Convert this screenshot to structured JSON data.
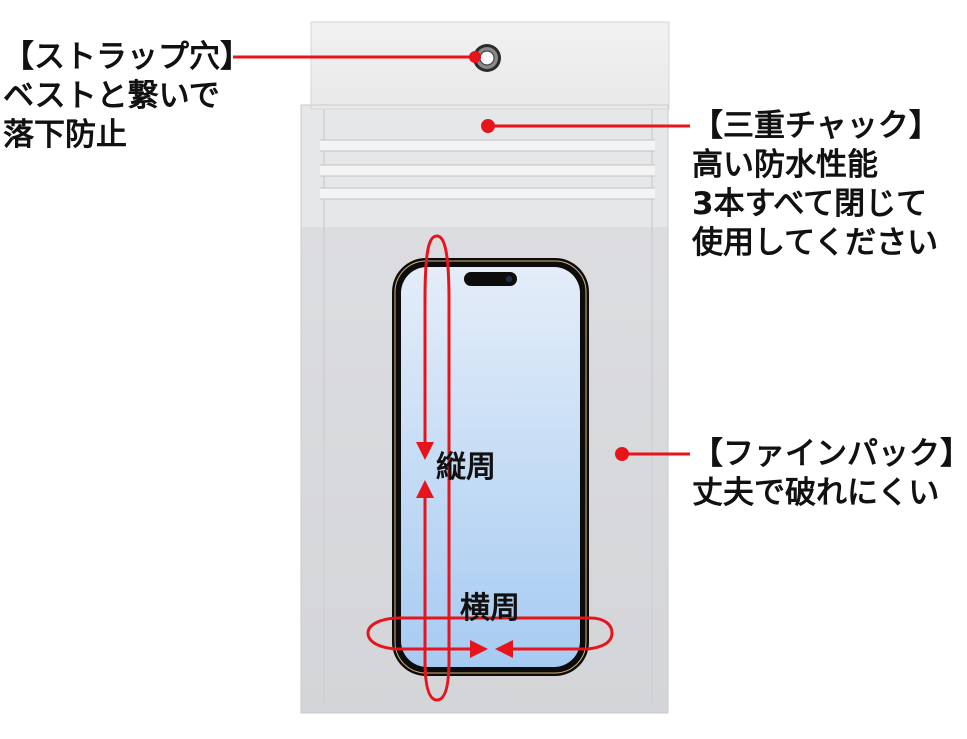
{
  "callouts": {
    "strap_hole": {
      "title": "【ストラップ穴】",
      "lines": [
        "ベストと繋いで",
        "落下防止"
      ]
    },
    "triple_zipper": {
      "title": "【三重チャック】",
      "lines": [
        "高い防水性能",
        "3本すべて閉じて",
        "使用してください"
      ]
    },
    "fine_pack": {
      "title": "【ファインパック】",
      "lines": [
        "丈夫で破れにくい"
      ]
    }
  },
  "measurements": {
    "vertical": "縦周",
    "horizontal": "横周"
  },
  "colors": {
    "callout_red": "#e8141c",
    "bag_upper": "#ebebed",
    "bag_lower": "#d8d9dc",
    "screen_top": "#dfeaf7",
    "screen_bottom": "#a9cdf3",
    "phone_frame": "#0c0c0c"
  },
  "icons": {
    "strap_hole": "grommet-icon",
    "camera": "dynamic-island"
  }
}
